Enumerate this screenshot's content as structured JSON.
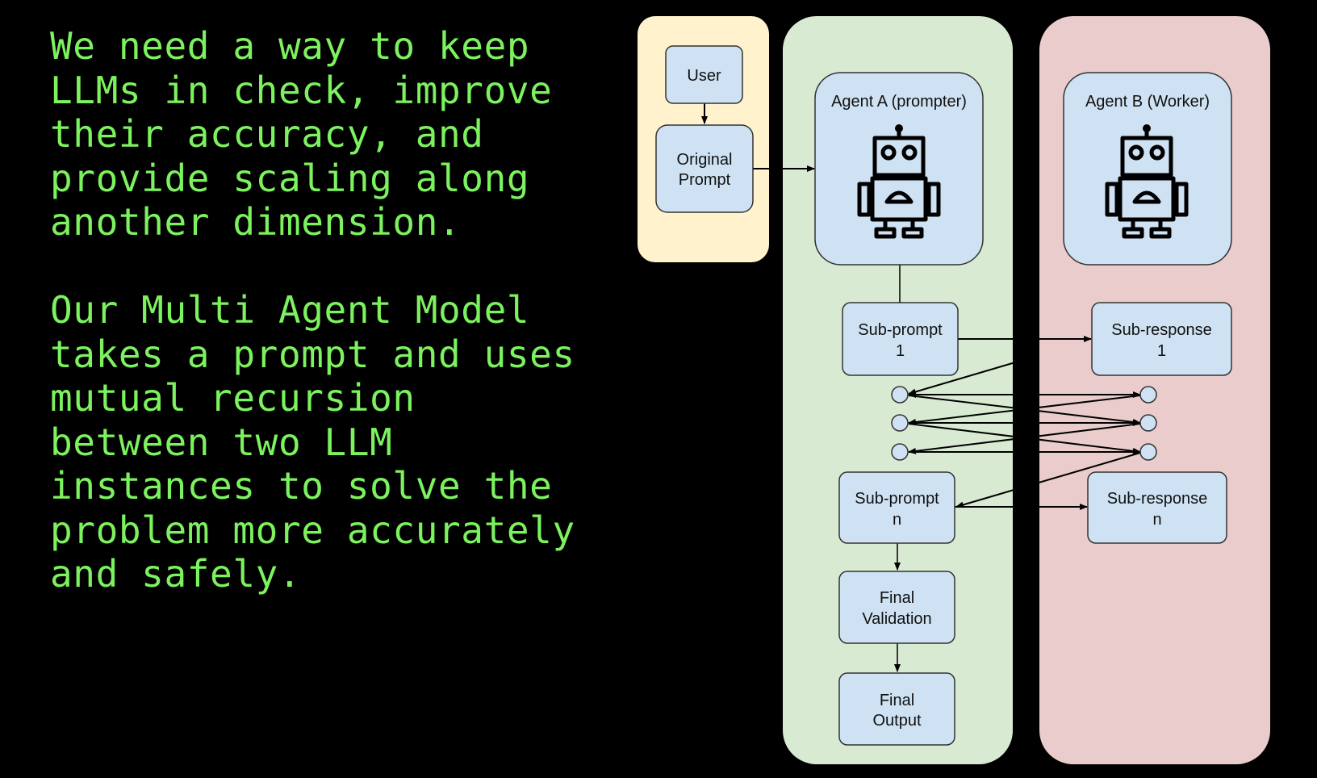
{
  "text": {
    "paragraph_1": [
      "We need a way to keep",
      "LLMs in check, improve",
      "their accuracy, and",
      "provide scaling along",
      "another dimension."
    ],
    "paragraph_2": [
      "Our Multi Agent Model",
      "takes a prompt and uses",
      "mutual recursion",
      "between two LLM",
      "instances to solve the",
      "problem more accurately",
      "and safely."
    ]
  },
  "diagram": {
    "colors": {
      "text": "#7CF25E",
      "user_lane": "#FFF2CC",
      "agent_a_lane": "#D9EAD3",
      "agent_b_lane": "#EACCCC",
      "node_fill": "#CFE2F3",
      "node_stroke": "#333333",
      "background": "#000000"
    },
    "nodes": {
      "user": [
        "User"
      ],
      "original_prompt": [
        "Original",
        "Prompt"
      ],
      "agent_a": [
        "Agent A (prompter)"
      ],
      "agent_b": [
        "Agent B (Worker)"
      ],
      "sub_prompt_1": [
        "Sub-prompt",
        "1"
      ],
      "sub_response_1": [
        "Sub-response",
        "1"
      ],
      "sub_prompt_n": [
        "Sub-prompt",
        "n"
      ],
      "sub_response_n": [
        "Sub-response",
        "n"
      ],
      "final_validation": [
        "Final",
        "Validation"
      ],
      "final_output": [
        "Final",
        "Output"
      ]
    },
    "icons": {
      "agent_a": "robot-icon",
      "agent_b": "robot-icon"
    }
  }
}
